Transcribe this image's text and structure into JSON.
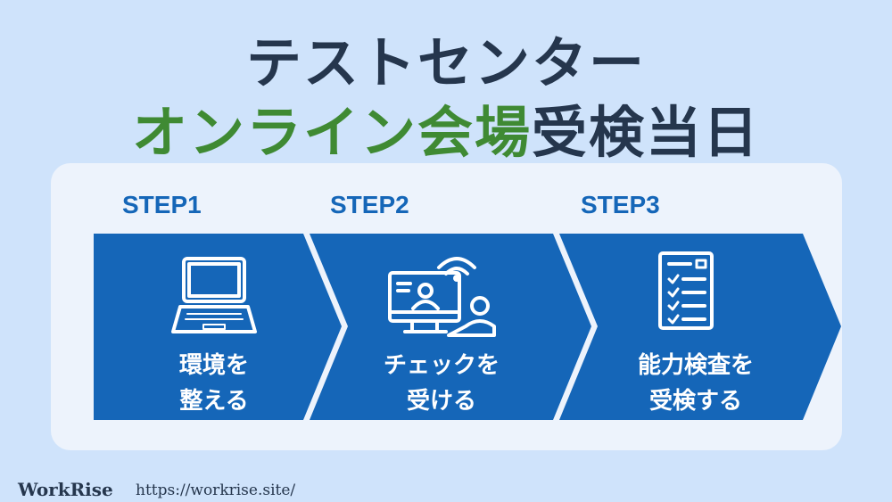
{
  "header": {
    "title_line1": "テストセンター",
    "title_line2_green": "オンライン会場",
    "title_line2_navy": "受検当日"
  },
  "steps": [
    {
      "label": "STEP1",
      "text_line1": "環境を",
      "text_line2": "整える",
      "icon": "laptop-icon"
    },
    {
      "label": "STEP2",
      "text_line1": "チェックを",
      "text_line2": "受ける",
      "icon": "webcam-monitor-icon"
    },
    {
      "label": "STEP3",
      "text_line1": "能力検査を",
      "text_line2": "受検する",
      "icon": "checklist-icon"
    }
  ],
  "footer": {
    "brand": "WorkRise",
    "url": "https://workrise.site/"
  },
  "colors": {
    "background": "#cfe3fb",
    "card": "#edf3fc",
    "step_fill": "#1566b8",
    "title_navy": "#25364d",
    "title_green": "#3f8a33"
  }
}
